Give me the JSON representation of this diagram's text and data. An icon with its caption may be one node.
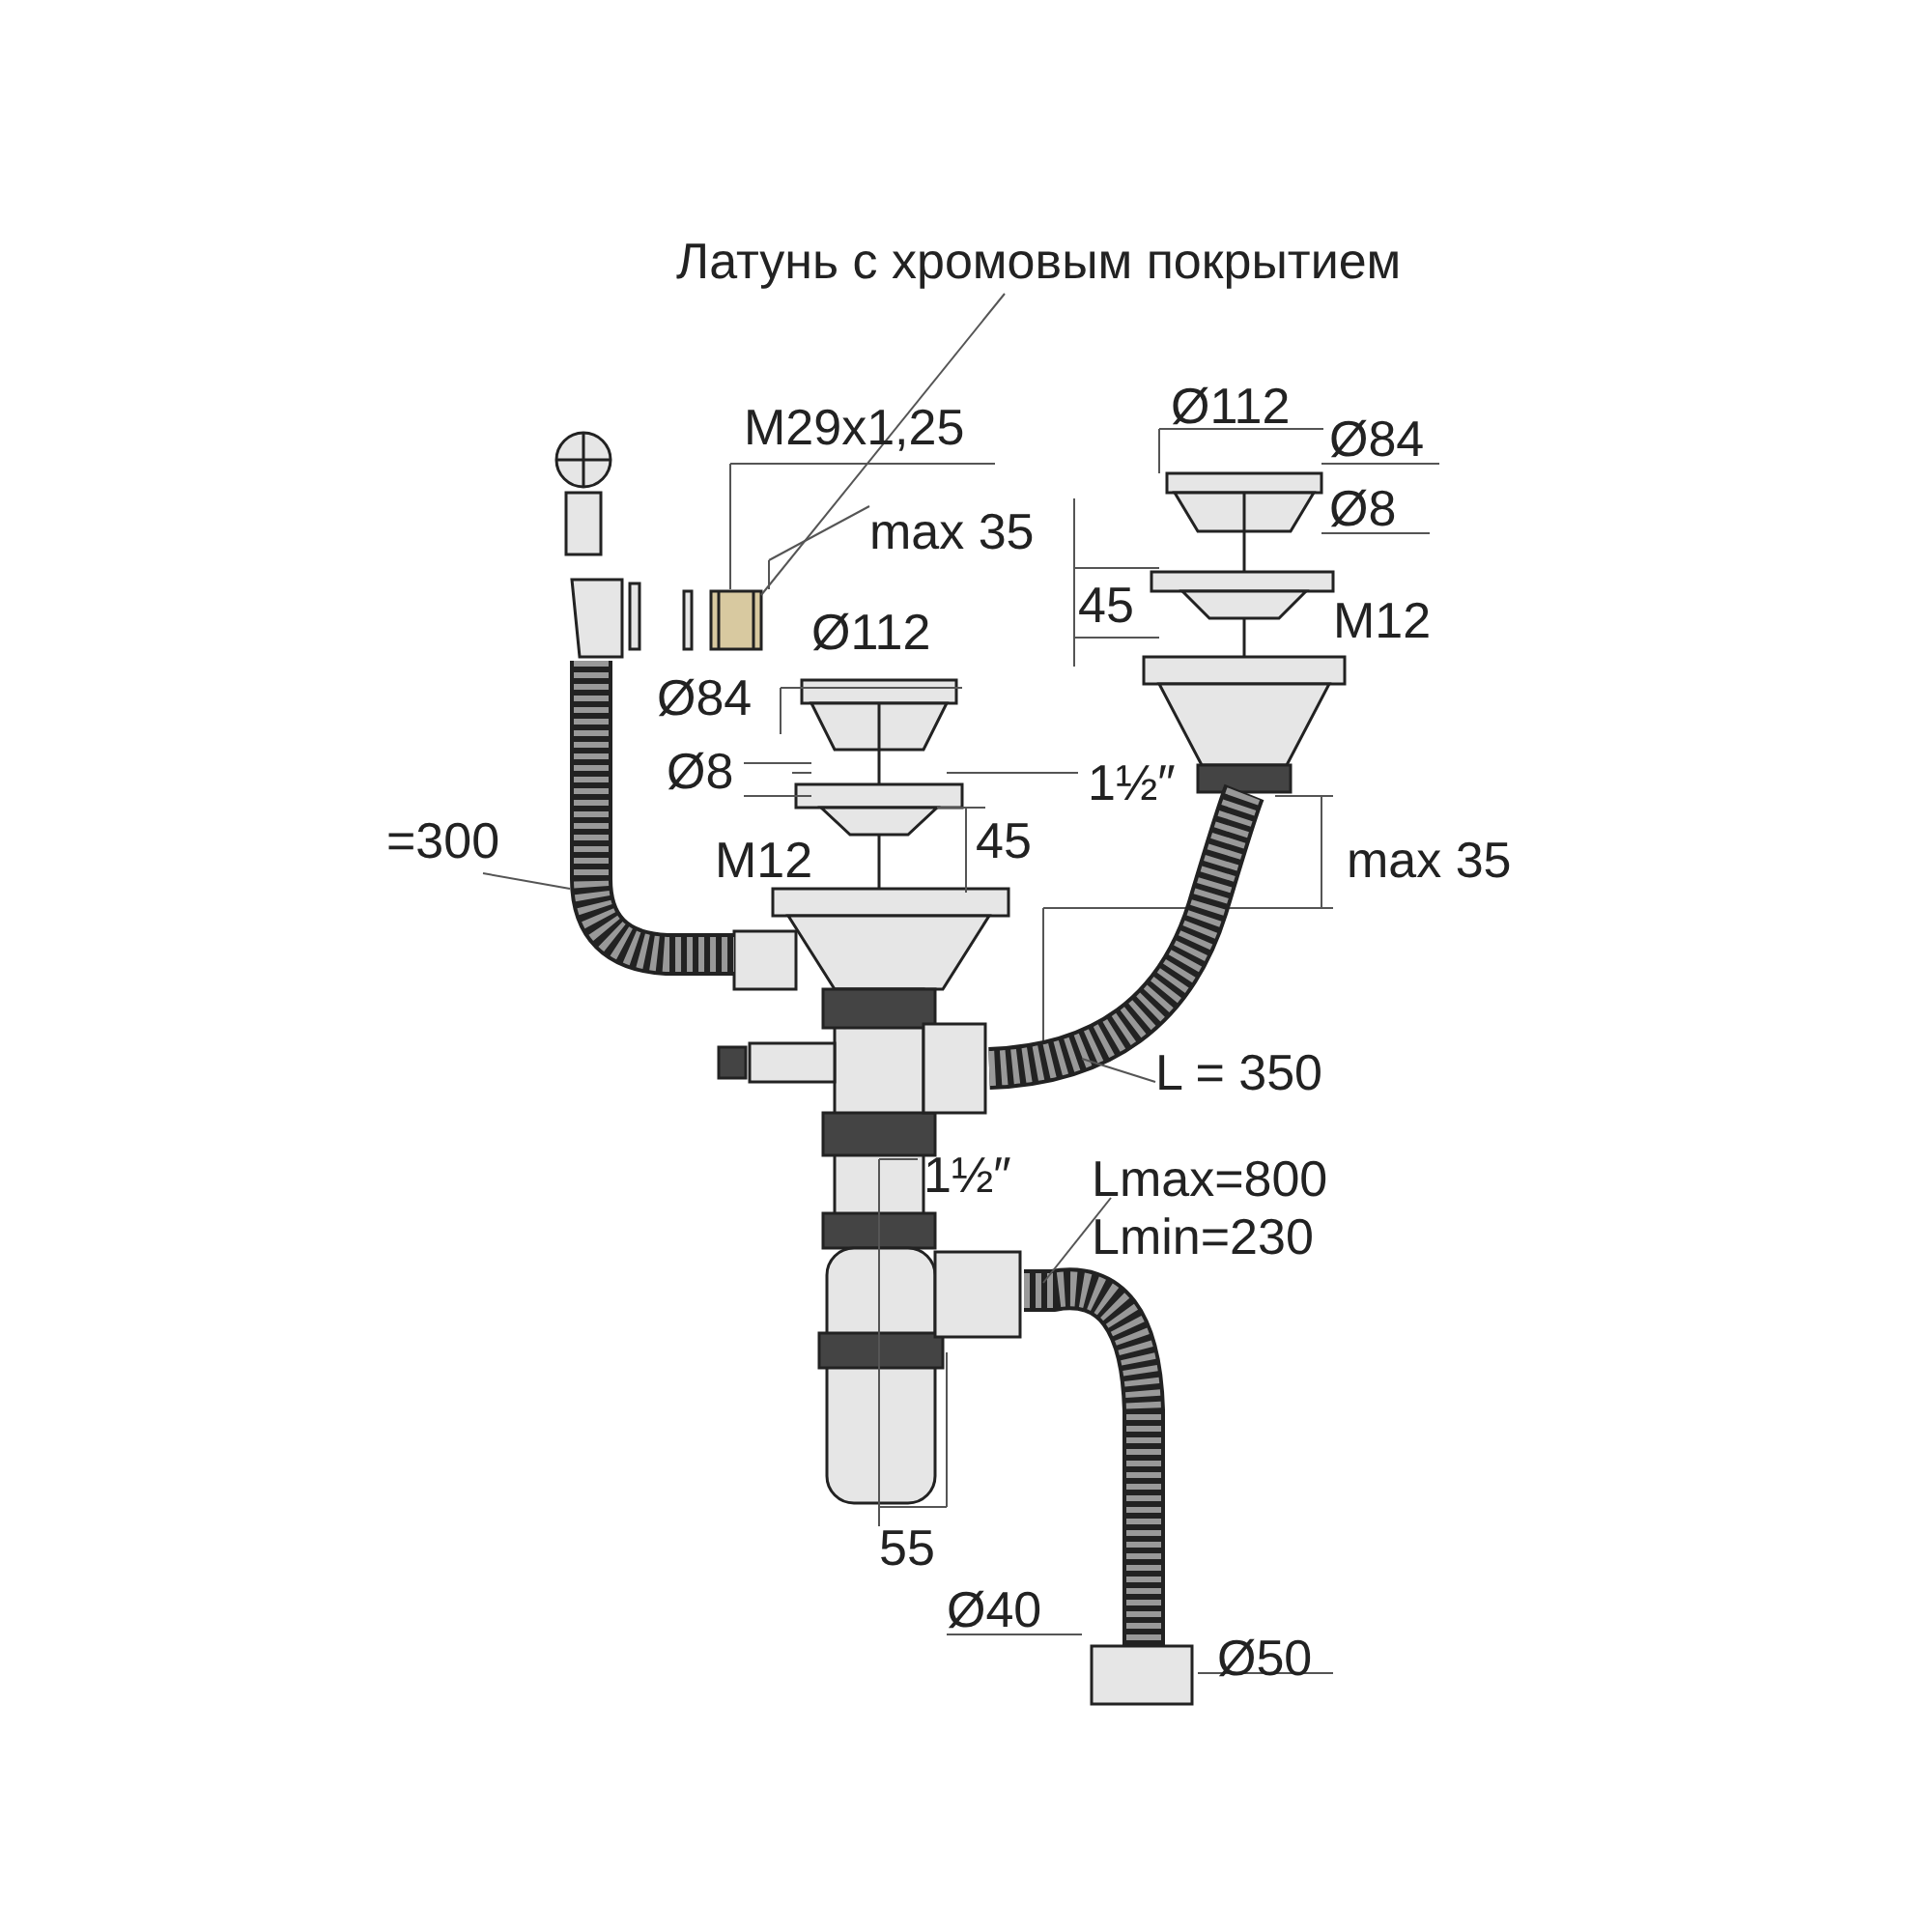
{
  "diagram": {
    "nodes": [
      {
        "text": [
          "Латунь с хромовым покрытием"
        ]
      },
      {
        "text": [],
        "shape": "box"
      },
      {
        "text": [
          "=300"
        ]
      },
      {
        "text": [],
        "shape": "picture"
      },
      {
        "text": [
          "L = 350"
        ]
      },
      {
        "text": [],
        "shape": "picture"
      },
      {
        "text": [
          "Lmax=800 Lmin=230"
        ]
      },
      {
        "text": [],
        "shape": "picture"
      }
    ],
    "edges": [
      {
        "from": 0,
        "to": 1,
        "arrow": "none"
      },
      {
        "from": 2,
        "to": 3,
        "arrow": "none"
      },
      {
        "from": 4,
        "to": 5,
        "arrow": "none"
      },
      {
        "from": 6,
        "to": 7,
        "arrow": "none"
      }
    ],
    "labels": [
      "Ø112",
      "Ø84",
      "M29x1,25",
      "Ø8",
      "max 35",
      "45",
      "M12",
      "Ø112",
      "Ø84",
      "Ø8",
      "1½″",
      "M12",
      "45",
      "max 35",
      "1½″",
      "55",
      "Ø40",
      "Ø50"
    ]
  }
}
